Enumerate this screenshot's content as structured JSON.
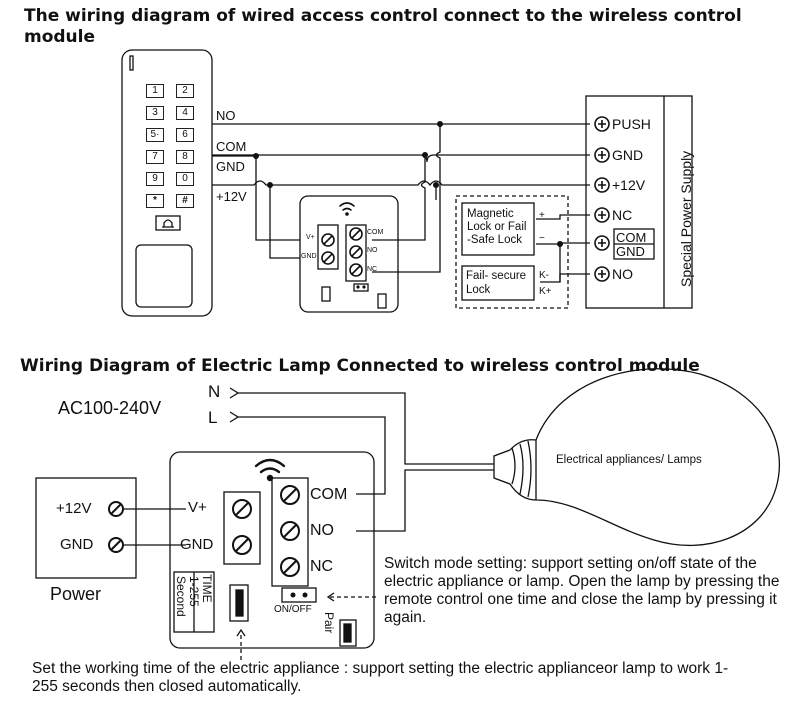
{
  "diagram1": {
    "title": "The wiring diagram of wired access control connect to the wireless control module",
    "keypad_keys": [
      "1",
      "2",
      "3",
      "4",
      "5·",
      "6",
      "7",
      "8",
      "9",
      "0",
      "*",
      "#"
    ],
    "wire_labels": {
      "no": "NO",
      "com": "COM",
      "gnd": "GND",
      "v12": "+12V"
    },
    "module_small": {
      "vplus": "V+",
      "gnd": "GND",
      "com": "COM",
      "no": "NO",
      "nc": "NC"
    },
    "lock1": {
      "line1": "Magnetic",
      "line2": "Lock or Fail",
      "line3": "-Safe Lock",
      "plus": "+",
      "minus": "−"
    },
    "lock2": {
      "line1": "Fail- secure",
      "line2": "Lock",
      "kminus": "K-",
      "kplus": "K+"
    },
    "power_supply": {
      "terminals": [
        "PUSH",
        "GND",
        "+12V",
        "NC",
        "COM",
        "GND",
        "NO"
      ],
      "side_label": "Special Power Supply"
    }
  },
  "diagram2": {
    "title": "Wiring Diagram of Electric Lamp Connected to wireless control module",
    "ac_label": "AC100-240V",
    "n_label": "N",
    "l_label": "L",
    "lamp_label": "Electrical appliances/ Lamps",
    "power": {
      "v12": "+12V",
      "gnd": "GND",
      "label": "Power"
    },
    "module": {
      "vplus": "V+",
      "gnd": "GND",
      "com": "COM",
      "no": "NO",
      "nc": "NC",
      "time": "TIME",
      "range": "1-255",
      "second": "Second",
      "onoff": "ON/OFF",
      "pair": "Pair"
    },
    "switch_note": "Switch mode setting: support setting on/off state of the electric appliance or lamp. Open the lamp by pressing the remote control one time and close the lamp by pressing it again.",
    "time_note": "Set the working time of the electric appliance : support setting the electric applianceor lamp to work 1-255 seconds then closed automatically."
  }
}
